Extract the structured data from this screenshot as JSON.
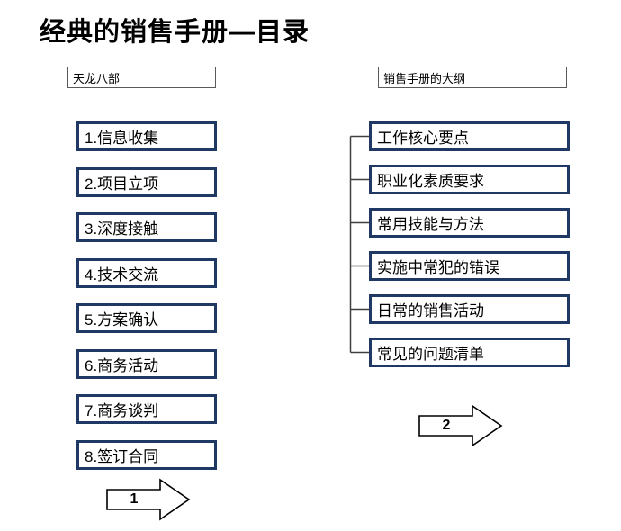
{
  "title": "经典的销售手册—目录",
  "left": {
    "header": "天龙八部",
    "items": [
      "1.信息收集",
      "2.项目立项",
      "3.深度接触",
      "4.技术交流",
      "5.方案确认",
      "6.商务活动",
      "7.商务谈判",
      "8.签订合同"
    ]
  },
  "right": {
    "header": "销售手册的大纲",
    "items": [
      "工作核心要点",
      "职业化素质要求",
      "常用技能与方法",
      "实施中常犯的错误",
      "日常的销售活动",
      "常见的问题清单"
    ]
  },
  "arrows": {
    "a1": "1",
    "a2": "2"
  },
  "colors": {
    "box_border": "#1F3864",
    "connector_line": "#404040"
  }
}
